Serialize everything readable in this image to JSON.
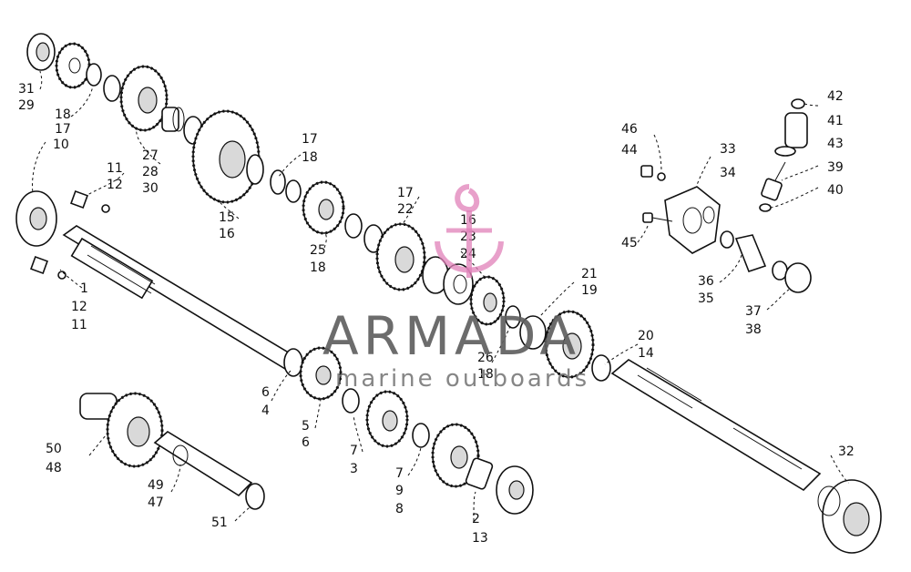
{
  "watermark": {
    "brand": "ARMADA",
    "tagline": "marine outboards",
    "logo": "pink-anchor-logo",
    "color": "#e080b8"
  },
  "callouts": [
    {
      "id": "c31a",
      "text": "31"
    },
    {
      "id": "c29a",
      "text": "29"
    },
    {
      "id": "c18a",
      "text": "18"
    },
    {
      "id": "c17a",
      "text": "17"
    },
    {
      "id": "c10a",
      "text": "10"
    },
    {
      "id": "c27",
      "text": "27"
    },
    {
      "id": "c28",
      "text": "28"
    },
    {
      "id": "c30",
      "text": "30"
    },
    {
      "id": "c11a",
      "text": "11"
    },
    {
      "id": "c12a",
      "text": "12"
    },
    {
      "id": "c15",
      "text": "15"
    },
    {
      "id": "c16a",
      "text": "16"
    },
    {
      "id": "c17b",
      "text": "17"
    },
    {
      "id": "c18b",
      "text": "18"
    },
    {
      "id": "c25",
      "text": "25"
    },
    {
      "id": "c18c",
      "text": "18"
    },
    {
      "id": "c17c",
      "text": "17"
    },
    {
      "id": "c22",
      "text": "22"
    },
    {
      "id": "c16b",
      "text": "16"
    },
    {
      "id": "c23",
      "text": "23"
    },
    {
      "id": "c24",
      "text": "24"
    },
    {
      "id": "c1",
      "text": "1"
    },
    {
      "id": "c12b",
      "text": "12"
    },
    {
      "id": "c11b",
      "text": "11"
    },
    {
      "id": "c21",
      "text": "21"
    },
    {
      "id": "c19",
      "text": "19"
    },
    {
      "id": "c26",
      "text": "26"
    },
    {
      "id": "c18d",
      "text": "18"
    },
    {
      "id": "c20",
      "text": "20"
    },
    {
      "id": "c14",
      "text": "14"
    },
    {
      "id": "c6a",
      "text": "6"
    },
    {
      "id": "c4",
      "text": "4"
    },
    {
      "id": "c5",
      "text": "5"
    },
    {
      "id": "c6b",
      "text": "6"
    },
    {
      "id": "c7a",
      "text": "7"
    },
    {
      "id": "c3",
      "text": "3"
    },
    {
      "id": "c7b",
      "text": "7"
    },
    {
      "id": "c9",
      "text": "9"
    },
    {
      "id": "c8",
      "text": "8"
    },
    {
      "id": "c2",
      "text": "2"
    },
    {
      "id": "c13",
      "text": "13"
    },
    {
      "id": "c50",
      "text": "50"
    },
    {
      "id": "c48",
      "text": "48"
    },
    {
      "id": "c49",
      "text": "49"
    },
    {
      "id": "c47",
      "text": "47"
    },
    {
      "id": "c51",
      "text": "51"
    },
    {
      "id": "c32",
      "text": "32"
    },
    {
      "id": "c46",
      "text": "46"
    },
    {
      "id": "c44",
      "text": "44"
    },
    {
      "id": "c33",
      "text": "33"
    },
    {
      "id": "c34",
      "text": "34"
    },
    {
      "id": "c45",
      "text": "45"
    },
    {
      "id": "c36",
      "text": "36"
    },
    {
      "id": "c35",
      "text": "35"
    },
    {
      "id": "c37",
      "text": "37"
    },
    {
      "id": "c38",
      "text": "38"
    },
    {
      "id": "c42",
      "text": "42"
    },
    {
      "id": "c41",
      "text": "41"
    },
    {
      "id": "c43",
      "text": "43"
    },
    {
      "id": "c39",
      "text": "39"
    },
    {
      "id": "c40",
      "text": "40"
    }
  ]
}
